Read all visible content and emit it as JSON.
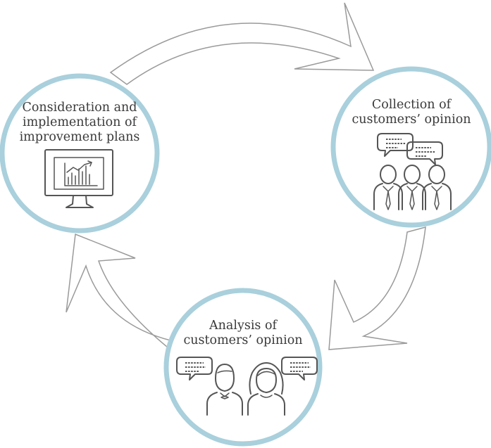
{
  "nodes": [
    {
      "id": "improvement",
      "lines": [
        "Consideration and",
        "implementation of",
        "improvement plans"
      ],
      "icon": "monitor-chart-icon"
    },
    {
      "id": "collection",
      "lines": [
        "Collection of",
        "customers’ opinion"
      ],
      "icon": "group-speech-icon"
    },
    {
      "id": "analysis",
      "lines": [
        "Analysis of",
        "customers’ opinion"
      ],
      "icon": "pair-speech-icon"
    }
  ],
  "colors": {
    "ring": "#a9d0dc",
    "arrow_stroke": "#9a9a9a",
    "icon": "#555555",
    "text": "#3a3a3a"
  }
}
